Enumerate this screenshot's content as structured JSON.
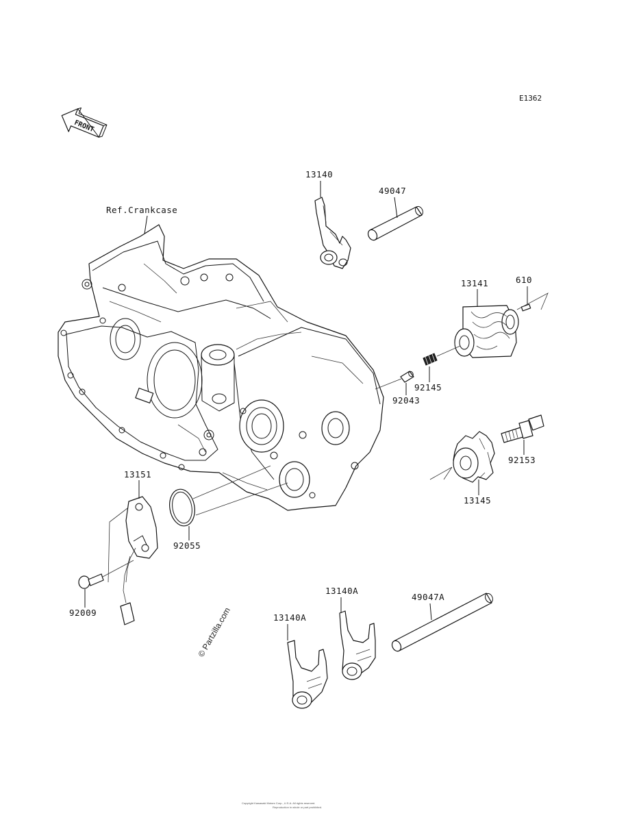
{
  "diagram_code": "E1362",
  "front_arrow_label": "FRONT",
  "ref_label": "Ref.Crankcase",
  "callouts": {
    "c13140": "13140",
    "c49047": "49047",
    "c13141": "13141",
    "c610": "610",
    "c92145": "92145",
    "c92043": "92043",
    "c92153": "92153",
    "c13145": "13145",
    "c13151": "13151",
    "c92055": "92055",
    "c92009": "92009",
    "c13140A_right": "13140A",
    "c13140A_left": "13140A",
    "c49047A": "49047A"
  },
  "watermark": "© Partzilla.com",
  "copyright_line1": "Copyright Kawasaki Motors Corp., U.S.A. All rights reserved.",
  "copyright_line2": "Reproduction in whole or part prohibited."
}
